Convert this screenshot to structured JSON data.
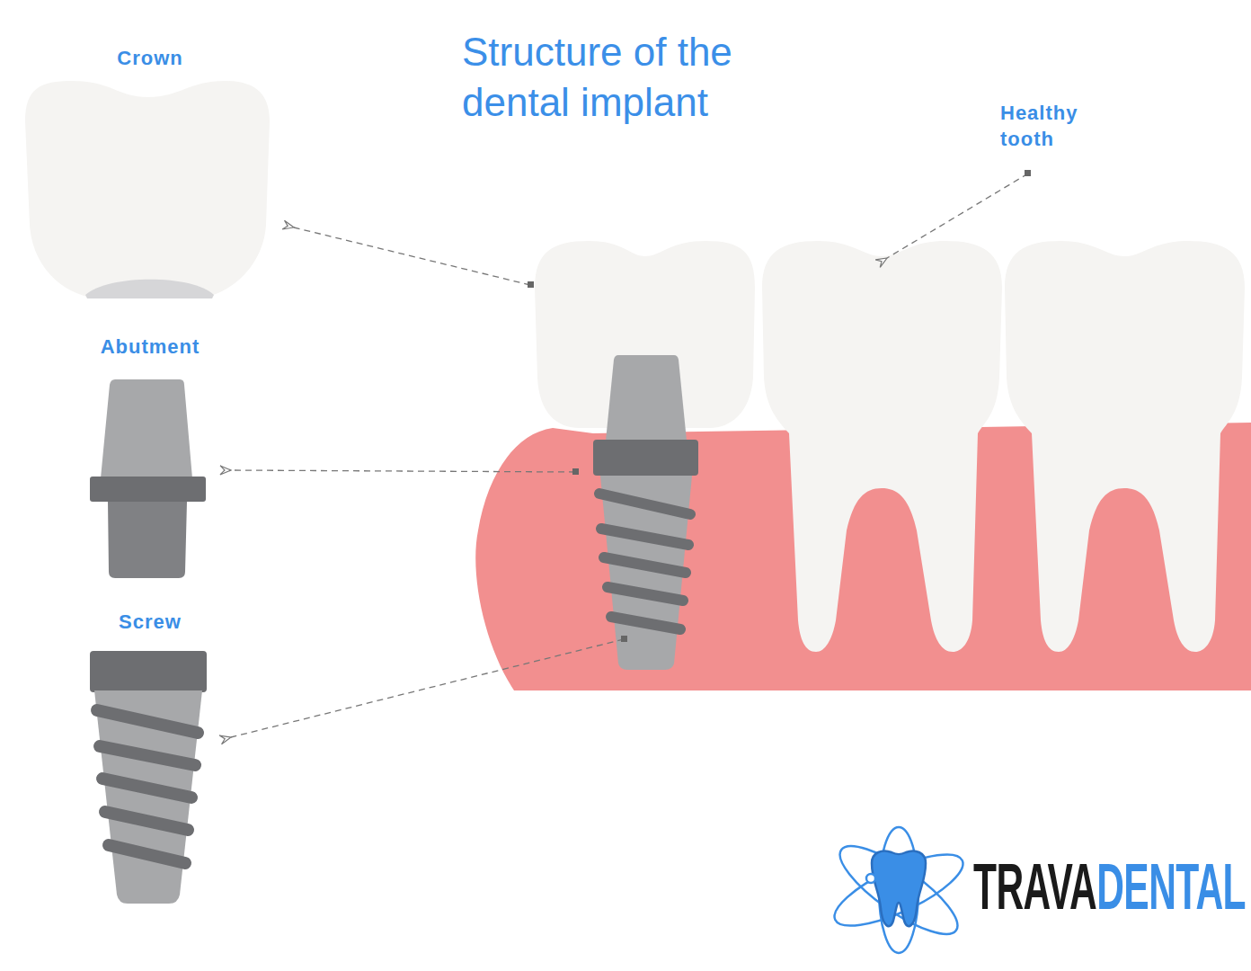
{
  "diagram": {
    "title": "Structure of the dental implant",
    "labels": [
      "Crown",
      "Abutment",
      "Screw",
      "Healthy tooth",
      "TRAVA",
      "DENTAL"
    ]
  }
}
